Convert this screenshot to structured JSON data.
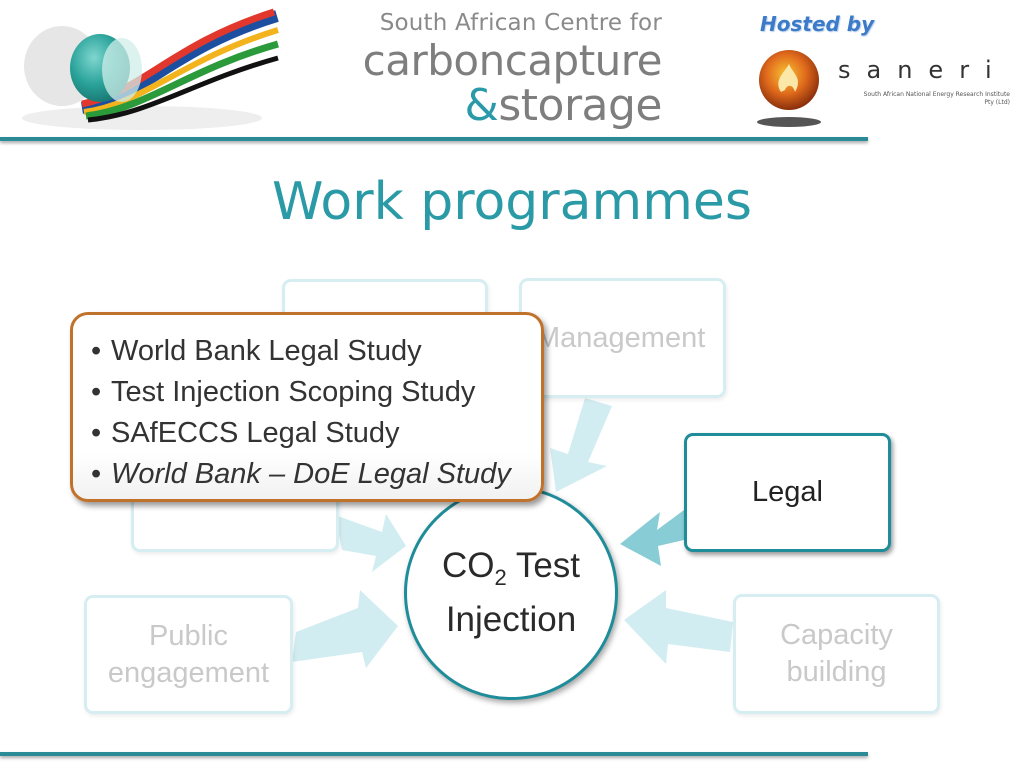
{
  "header": {
    "centre_line1": "South African Centre for",
    "centre_line2": "carboncapture",
    "centre_line3_amp": "&",
    "centre_line3_rest": "storage",
    "hosted_by": "Hosted by",
    "saneri_name": "saneri",
    "saneri_subtitle_1": "South African National Energy Research Institute",
    "saneri_subtitle_2": "Pty (Ltd)"
  },
  "title": "Work programmes",
  "diagram": {
    "centre": {
      "line1_prefix": "CO",
      "line1_sub": "2",
      "line1_suffix": " Test",
      "line2": "Injection"
    },
    "boxes": {
      "management": "Management",
      "legal": "Legal",
      "public_line1": "Public",
      "public_line2": "engagement",
      "capacity_line1": "Capacity",
      "capacity_line2": "building"
    }
  },
  "callout": {
    "items": [
      {
        "text": "World Bank Legal Study",
        "italic": false
      },
      {
        "text": "Test Injection Scoping Study",
        "italic": false
      },
      {
        "text": "SAfECCS Legal Study",
        "italic": false
      },
      {
        "text": "World Bank – DoE Legal Study",
        "italic": true
      }
    ]
  },
  "colors": {
    "accent_teal": "#2a9aa6",
    "rule": "#2a8a96",
    "callout_border": "#c0722a",
    "hosted_by": "#3d7bc8"
  }
}
